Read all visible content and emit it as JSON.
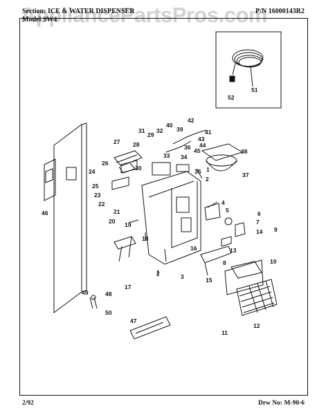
{
  "header": {
    "section_label": "Section:",
    "section_value": "ICE & WATER DISPENSER",
    "model_label": "Model",
    "model_value": "SW4",
    "pn_label": "P/N",
    "pn_value": "16000143R2"
  },
  "watermark": "AppliancePartsPros.com",
  "footer": {
    "date": "2/92",
    "drawing_label": "Drw No:",
    "drawing_value": "M-90-6"
  },
  "parts": [
    "1",
    "2",
    "3",
    "4",
    "5",
    "6",
    "7",
    "8",
    "9",
    "10",
    "11",
    "12",
    "13",
    "14",
    "15",
    "16",
    "17",
    "18",
    "19",
    "20",
    "21",
    "22",
    "23",
    "24",
    "25",
    "26",
    "27",
    "28",
    "29",
    "30",
    "31",
    "32",
    "33",
    "34",
    "35",
    "36",
    "37",
    "38",
    "39",
    "40",
    "41",
    "42",
    "43",
    "44",
    "45",
    "46",
    "47",
    "48",
    "49",
    "50",
    "51",
    "52"
  ]
}
